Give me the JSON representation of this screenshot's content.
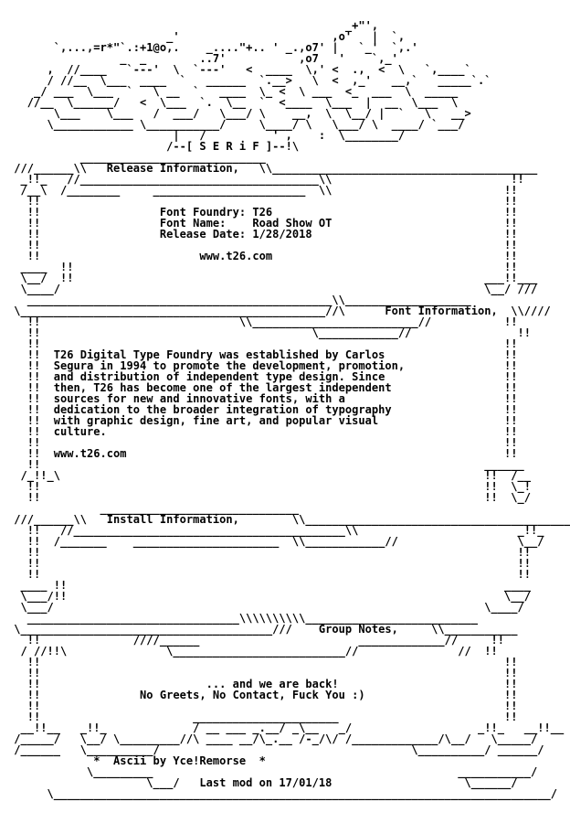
{
  "nfo": {
    "lines": [
      "                                                   _+\"',",
      "                        _'                       ,o'   |  `,",
      "       `,...,=r*\"`.:+1@o,.    _....\"+.. ' _.,o7' |   `_'  `,.'",
      "                 _  _        ..7'           ,o7   '    `,_'",
      "      ,  //____   `---'  \\  `---'   <  ____  \\,' <  .,  <  \\   `,____`",
      "      / //__  \\___  ____  `   ______  `.__>   \\  <  ,_'   __,`   _____`.`",
      "    _/ ___  \\___  `   \\ __  `   ____  \\_ <  \\ ___  <_  ___  \\  _____",
      "   //__  \\______/   <  \\___  `.  \\__  `  <____  \\___  |  __  \\___  \\",
      "       \\___    \\___   /  ___/   \\___/ \\    __,  \\  \\__/ |  `   \\   __>",
      "      \\____________ \\___________/     \\____/ \\   \\___/ \\  ____/ `___/",
      "                         |   /          ' ,    :  \\________/",
      "                        /--[ S E R i F ]--!\\",
      "           ____________________________",
      " ///______\\\\   Release Information,   \\\\________________________________________",
      "  _!!_   //____________________________________\\\\                           !!",
      "  /__\\  /________     _______________________  \\\\                          !!",
      "   !!                                                                      !!",
      "   !!                  Font Foundry: T26                                   !!",
      "   !!                  Font Name:    Road Show OT                          !!",
      "   !!                  Release Date: 1/28/2018                             !!",
      "   !!                                                                      !!",
      "   !!                        www.t26.com                                   !!",
      "  ____  !!                                                                 !!",
      "  \\__/  !!                                                              ___!!___",
      "  \\____/                                                                \\__/ ///",
      "   ______________________________________________\\\\___________________",
      " \\______________________________________________//\\      Font Information,  \\\\////",
      "   !!                              \\\\_________________________//           !!",
      "   !!                                         \\____________//                !!",
      "   !!                                                                      !!",
      "   !!  T26 Digital Type Foundry was established by Carlos                  !!",
      "   !!  Segura in 1994 to promote the development, promotion,               !!",
      "   !!  and distribution of independent type design. Since                  !!",
      "   !!  then, T26 has become one of the largest independent                 !!",
      "   !!  sources for new and innovative fonts, with a                        !!",
      "   !!  dedication to the broader integration of typography                 !!",
      "   !!  with graphic design, fine art, and popular visual                   !!",
      "   !!  culture.                                                            !!",
      "   !!                                                                      !!",
      "   !!  www.t26.com                                                         !!",
      "   !!                                                                   ______",
      "  /_!!_\\                                                                !!  /__",
      "   !!                                                                   !!  \\_!",
      "   !!                                                                   !!  \\_/",
      "              ______________________________",
      " ///______\\\\   Install Information,        \\\\________________________________________",
      "   !!   //_________________________________________\\\\                        _!!_",
      "   !!  /_______    ______________________  \\\\____________//                  \\__/",
      "   !!                                                                        !!",
      "   !!                                                                        !!",
      "   !!                                                                        !!",
      "  ____ !!                                                                  ____",
      "  \\___/!!                                                                  \\__/",
      "  \\___/                                                                 \\____/",
      "   ________________________________\\\\\\\\\\\\\\\\\\\\__________________________",
      " \\______________________________________///    Group Notes,     \\\\___________",
      "   !!              ////______                        _____________//     !!",
      "  / //!!\\               \\__________________________//               //  !!",
      "   !!                                                                      !!",
      "   !!                                                                      !!",
      "   !!                         ... and we are back!                         !!",
      "   !!               No Greets, No Contact, Fuck You :)                     !!",
      "   !!                                                                      !!",
      "   !!                       ______________________                         !!",
      "  __!!__   _!!_             / __ ___ _.__/ _\\__   _/                   _!!_   __!!__",
      " /_____/   \\__/ \\_________//\\ ____ __/\\_.__ /-_/\\/ /_____________/\\__/   \\_____/",
      " /______   \\__________/                                      \\__________/ ______/",
      "             *  Ascii by Yce!Remorse  *",
      "            \\_________                                              ___________/",
      "                     \\___/   Last mod on 17/01/18                    \\______/",
      "      \\___________________________________________________________________________/"
    ]
  }
}
